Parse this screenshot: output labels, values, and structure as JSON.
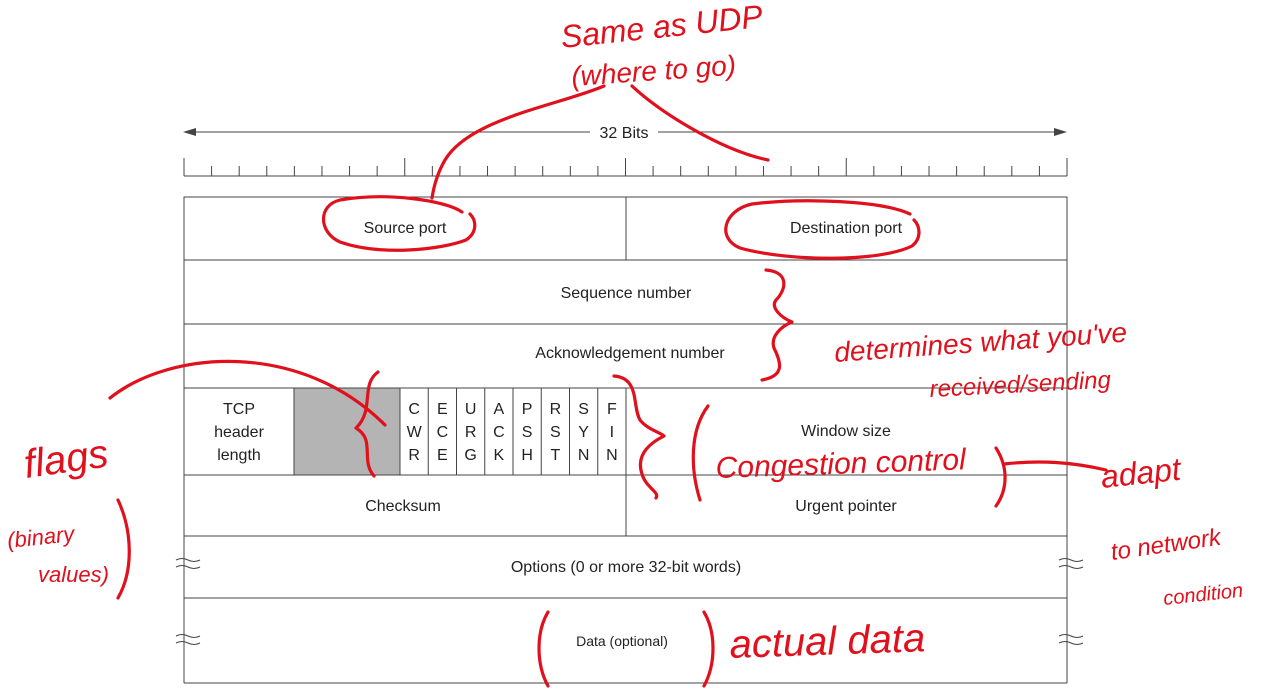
{
  "diagram": {
    "ruler_label": "32 Bits",
    "fields": {
      "source_port": "Source port",
      "destination_port": "Destination port",
      "sequence_number": "Sequence number",
      "acknowledgement_number": "Acknowledgement number",
      "tcp_header_length": [
        "TCP",
        "header",
        "length"
      ],
      "flags": [
        [
          "C",
          "W",
          "R"
        ],
        [
          "E",
          "C",
          "E"
        ],
        [
          "U",
          "R",
          "G"
        ],
        [
          "A",
          "C",
          "K"
        ],
        [
          "P",
          "S",
          "H"
        ],
        [
          "R",
          "S",
          "T"
        ],
        [
          "S",
          "Y",
          "N"
        ],
        [
          "F",
          "I",
          "N"
        ]
      ],
      "window_size": "Window size",
      "checksum": "Checksum",
      "urgent_pointer": "Urgent pointer",
      "options": "Options (0 or more 32-bit words)",
      "data": "Data (optional)"
    }
  },
  "annotations": {
    "ports_note": [
      "Same as UDP",
      "(where to go)"
    ],
    "seq_ack_note": [
      "determines what you've",
      "received/sending"
    ],
    "flags_note": "flags",
    "binary_note": [
      "(binary",
      "values)"
    ],
    "window_note": "Congestion control",
    "adapt_note": [
      "adapt",
      "to network",
      "condition"
    ],
    "data_note": "actual data"
  },
  "colors": {
    "ink": "#e0101c",
    "reserved_fill": "#b4b4b4",
    "line": "#444444"
  }
}
